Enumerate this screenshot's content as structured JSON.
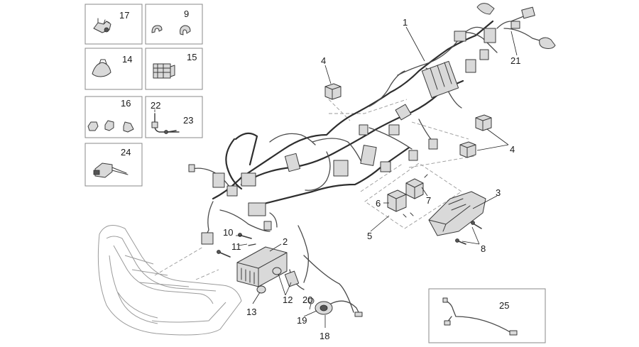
{
  "labels": {
    "l1": "1",
    "l2": "2",
    "l3": "3",
    "l4a": "4",
    "l4b": "4",
    "l5": "5",
    "l6": "6",
    "l7": "7",
    "l8": "8",
    "l9": "9",
    "l10": "10",
    "l11": "11",
    "l12": "12",
    "l13": "13",
    "l14": "14",
    "l15": "15",
    "l16": "16",
    "l17": "17",
    "l18": "18",
    "l19": "19",
    "l20": "20",
    "l21": "21",
    "l22": "22",
    "l23": "23",
    "l24": "24",
    "l25": "25"
  }
}
